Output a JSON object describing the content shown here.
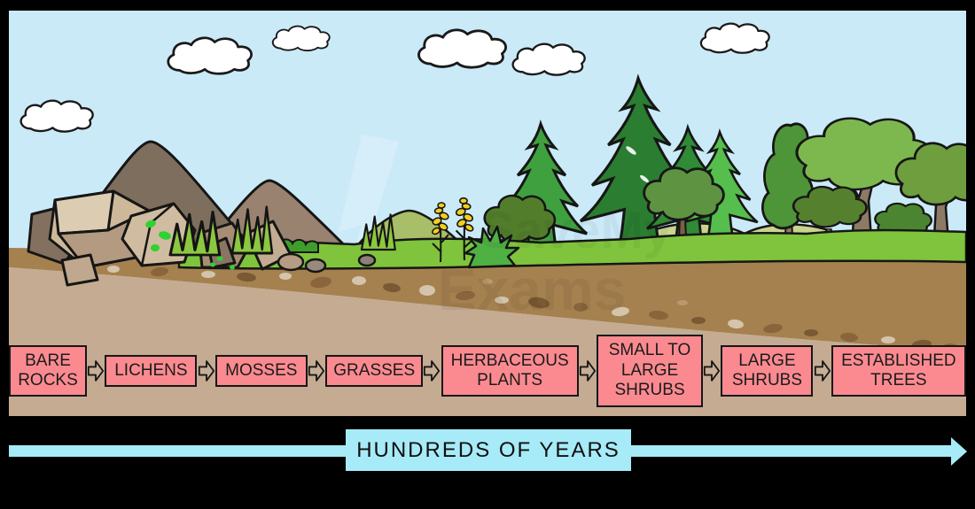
{
  "scene": {
    "description": "Cartoon landscape showing primary succession: bare rocky ground on the left gradually becoming grassland, shrubs and an established forest on the right",
    "watermark": {
      "line1": "SaveMy",
      "line2": "Exams"
    },
    "colors": {
      "sky": "#CBEAF8",
      "cloud": "#FFFFFF",
      "mountain_dark": "#7D6E5D",
      "mountain_light": "#9A8270",
      "hill_olive": "#A9BE68",
      "hill_yellow_green": "#C9D48C",
      "grass": "#7FC43C",
      "grass_dark_bush": "#3F9E2B",
      "soil": "#A5814F",
      "ground_tan": "#C4AB92",
      "rock_light": "#D3C2A6",
      "rock_dark": "#84705F",
      "lichen_green": "#2FD133",
      "conifer_dark": "#2B7D31",
      "conifer_light": "#55BE4C",
      "broadleaf_green": "#7DB84F",
      "trunk": "#8D7A66",
      "flower_yellow": "#F2CE1F"
    }
  },
  "succession": {
    "box_fill": "#FA8A90",
    "box_border": "#161616",
    "stages": [
      {
        "label": "BARE ROCKS"
      },
      {
        "label": "LICHENS"
      },
      {
        "label": "MOSSES"
      },
      {
        "label": "GRASSES"
      },
      {
        "label": "HERBACEOUS PLANTS"
      },
      {
        "label": "SMALL TO LARGE SHRUBS"
      },
      {
        "label": "LARGE SHRUBS"
      },
      {
        "label": "ESTABLISHED TREES"
      }
    ]
  },
  "timeline": {
    "label": "HUNDREDS OF YEARS",
    "color": "#A6EBF7"
  }
}
